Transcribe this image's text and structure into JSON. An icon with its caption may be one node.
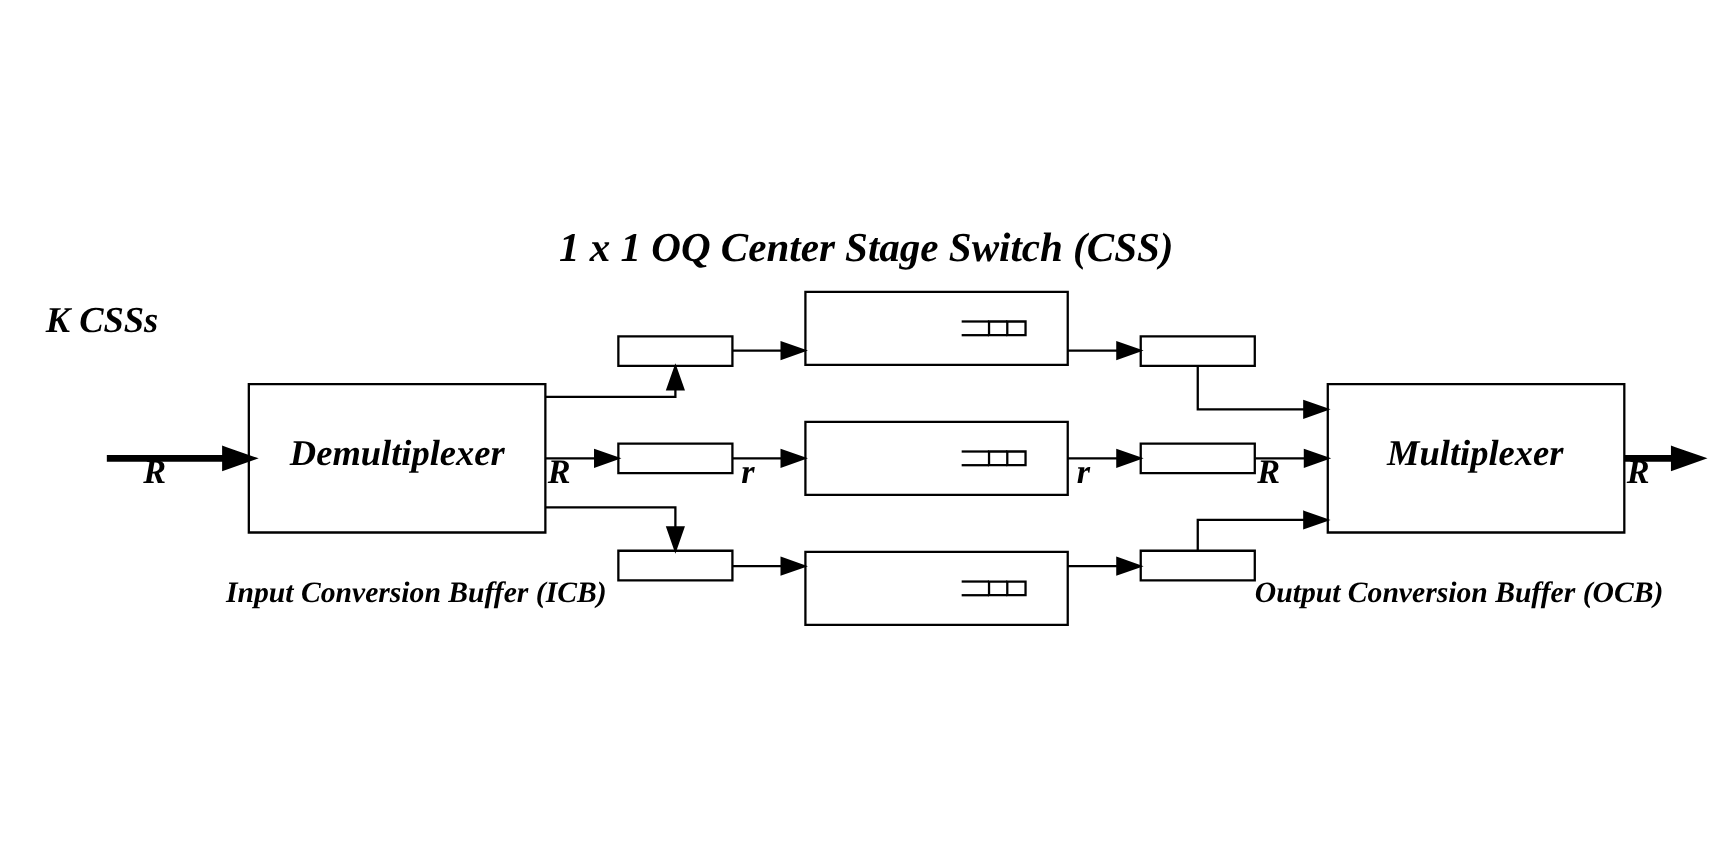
{
  "diagram": {
    "title": "1 x 1 OQ Center Stage Switch (CSS)",
    "nodes": [
      {
        "text": [
          "Demultiplexer"
        ]
      },
      {
        "text": [],
        "shape": "box"
      },
      {
        "text": [],
        "shape": "box"
      },
      {
        "text": [],
        "shape": "box"
      },
      {
        "text": [],
        "shape": "box",
        "beside": [
          "Input Conversion Buffer (ICB)"
        ]
      },
      {
        "text": [],
        "shape": "box"
      },
      {
        "text": [],
        "shape": "box",
        "beside": [
          "Output Conversion Buffer (OCB)"
        ]
      },
      {
        "text": [],
        "shape": "box"
      },
      {
        "text": [],
        "shape": "box"
      },
      {
        "text": [],
        "shape": "box"
      },
      {
        "text": [
          "Multiplexer"
        ]
      }
    ],
    "edges": [
      {
        "from": null,
        "to": 0,
        "arrow": "to",
        "label": "R",
        "style": "thick"
      },
      {
        "from": 0,
        "to": 1,
        "arrow": "to",
        "label": "R"
      },
      {
        "from": 1,
        "to": 2,
        "arrow": "to",
        "label": "r"
      },
      {
        "from": 2,
        "to": 3,
        "arrow": "to",
        "label": "r"
      },
      {
        "from": 3,
        "to": 10,
        "arrow": "to",
        "label": "R"
      },
      {
        "from": 0,
        "to": 4,
        "arrow": "to"
      },
      {
        "from": 4,
        "to": 5,
        "arrow": "to"
      },
      {
        "from": 5,
        "to": 6,
        "arrow": "to"
      },
      {
        "from": 6,
        "to": 10,
        "arrow": "to"
      },
      {
        "from": 0,
        "to": 7,
        "arrow": "to"
      },
      {
        "from": 7,
        "to": 8,
        "arrow": "to"
      },
      {
        "from": 8,
        "to": 9,
        "arrow": "to"
      },
      {
        "from": 9,
        "to": 10,
        "arrow": "to"
      },
      {
        "from": 10,
        "to": null,
        "arrow": "to",
        "label": "R",
        "style": "thick"
      }
    ],
    "labels": [
      "K CSSs"
    ]
  }
}
